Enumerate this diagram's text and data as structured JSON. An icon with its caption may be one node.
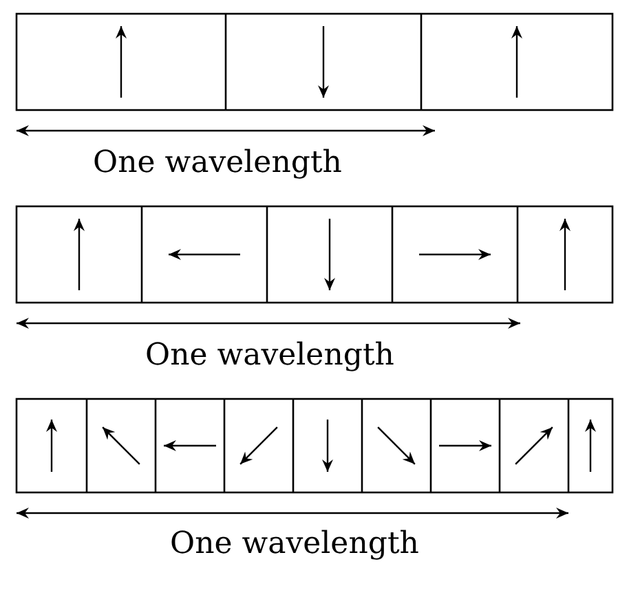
{
  "diagram": {
    "labels": [
      "One wavelength",
      "One wavelength",
      "One wavelength"
    ]
  }
}
